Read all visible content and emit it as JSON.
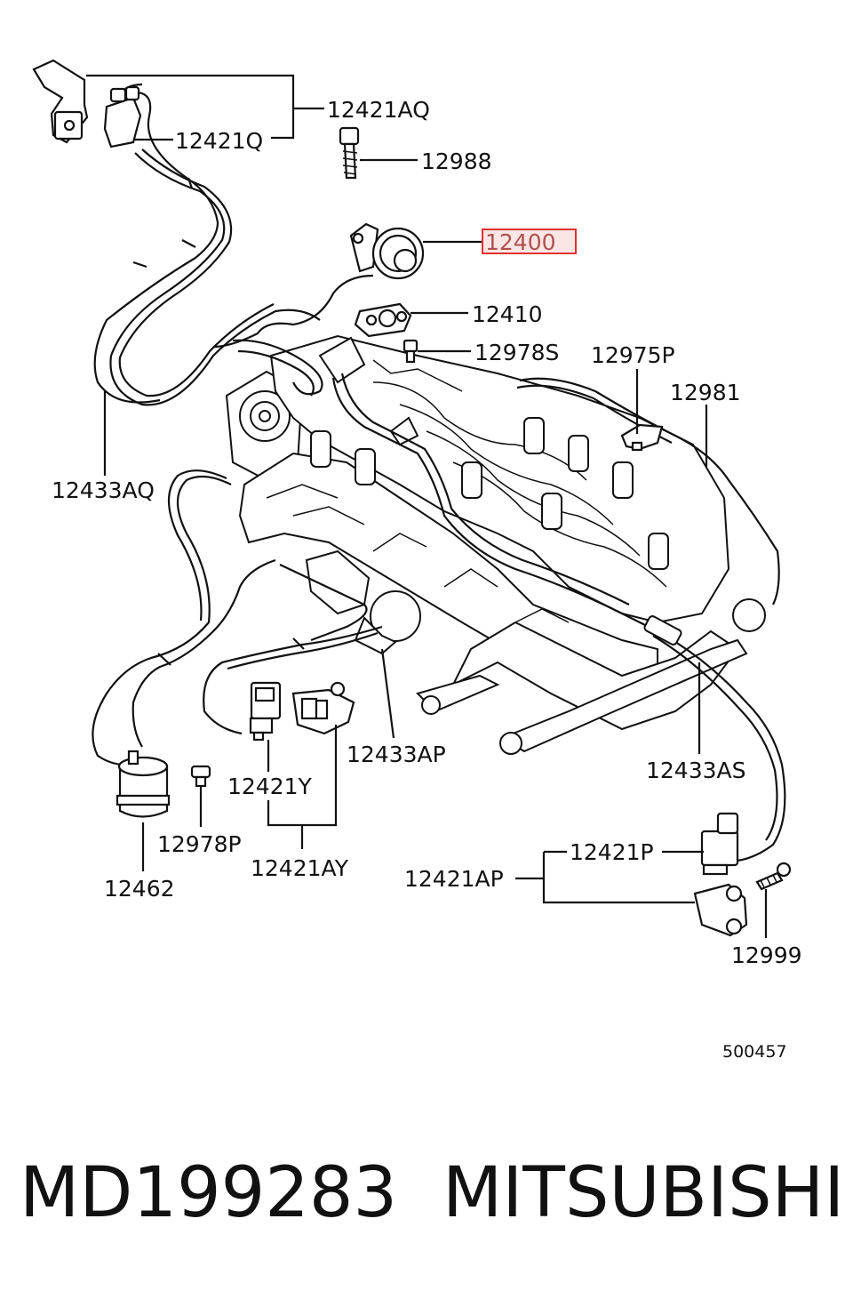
{
  "parts": {
    "p12421AQ": "12421AQ",
    "p12421Q": "12421Q",
    "p12988": "12988",
    "p12400": "12400",
    "p12410": "12410",
    "p12978S": "12978S",
    "p12975P": "12975P",
    "p12981": "12981",
    "p12433AQ": "12433AQ",
    "p12433AP": "12433AP",
    "p12433AS": "12433AS",
    "p12421Y": "12421Y",
    "p12421AY": "12421AY",
    "p12978P": "12978P",
    "p12462": "12462",
    "p12421P": "12421P",
    "p12421AP": "12421AP",
    "p12999": "12999"
  },
  "diagram_id": "500457",
  "highlight": {
    "part": "12400",
    "color": "#e0322f",
    "fill": "#fbe6e6"
  },
  "caption": {
    "part_number": "MD199283",
    "brand": "MITSUBISHI"
  }
}
